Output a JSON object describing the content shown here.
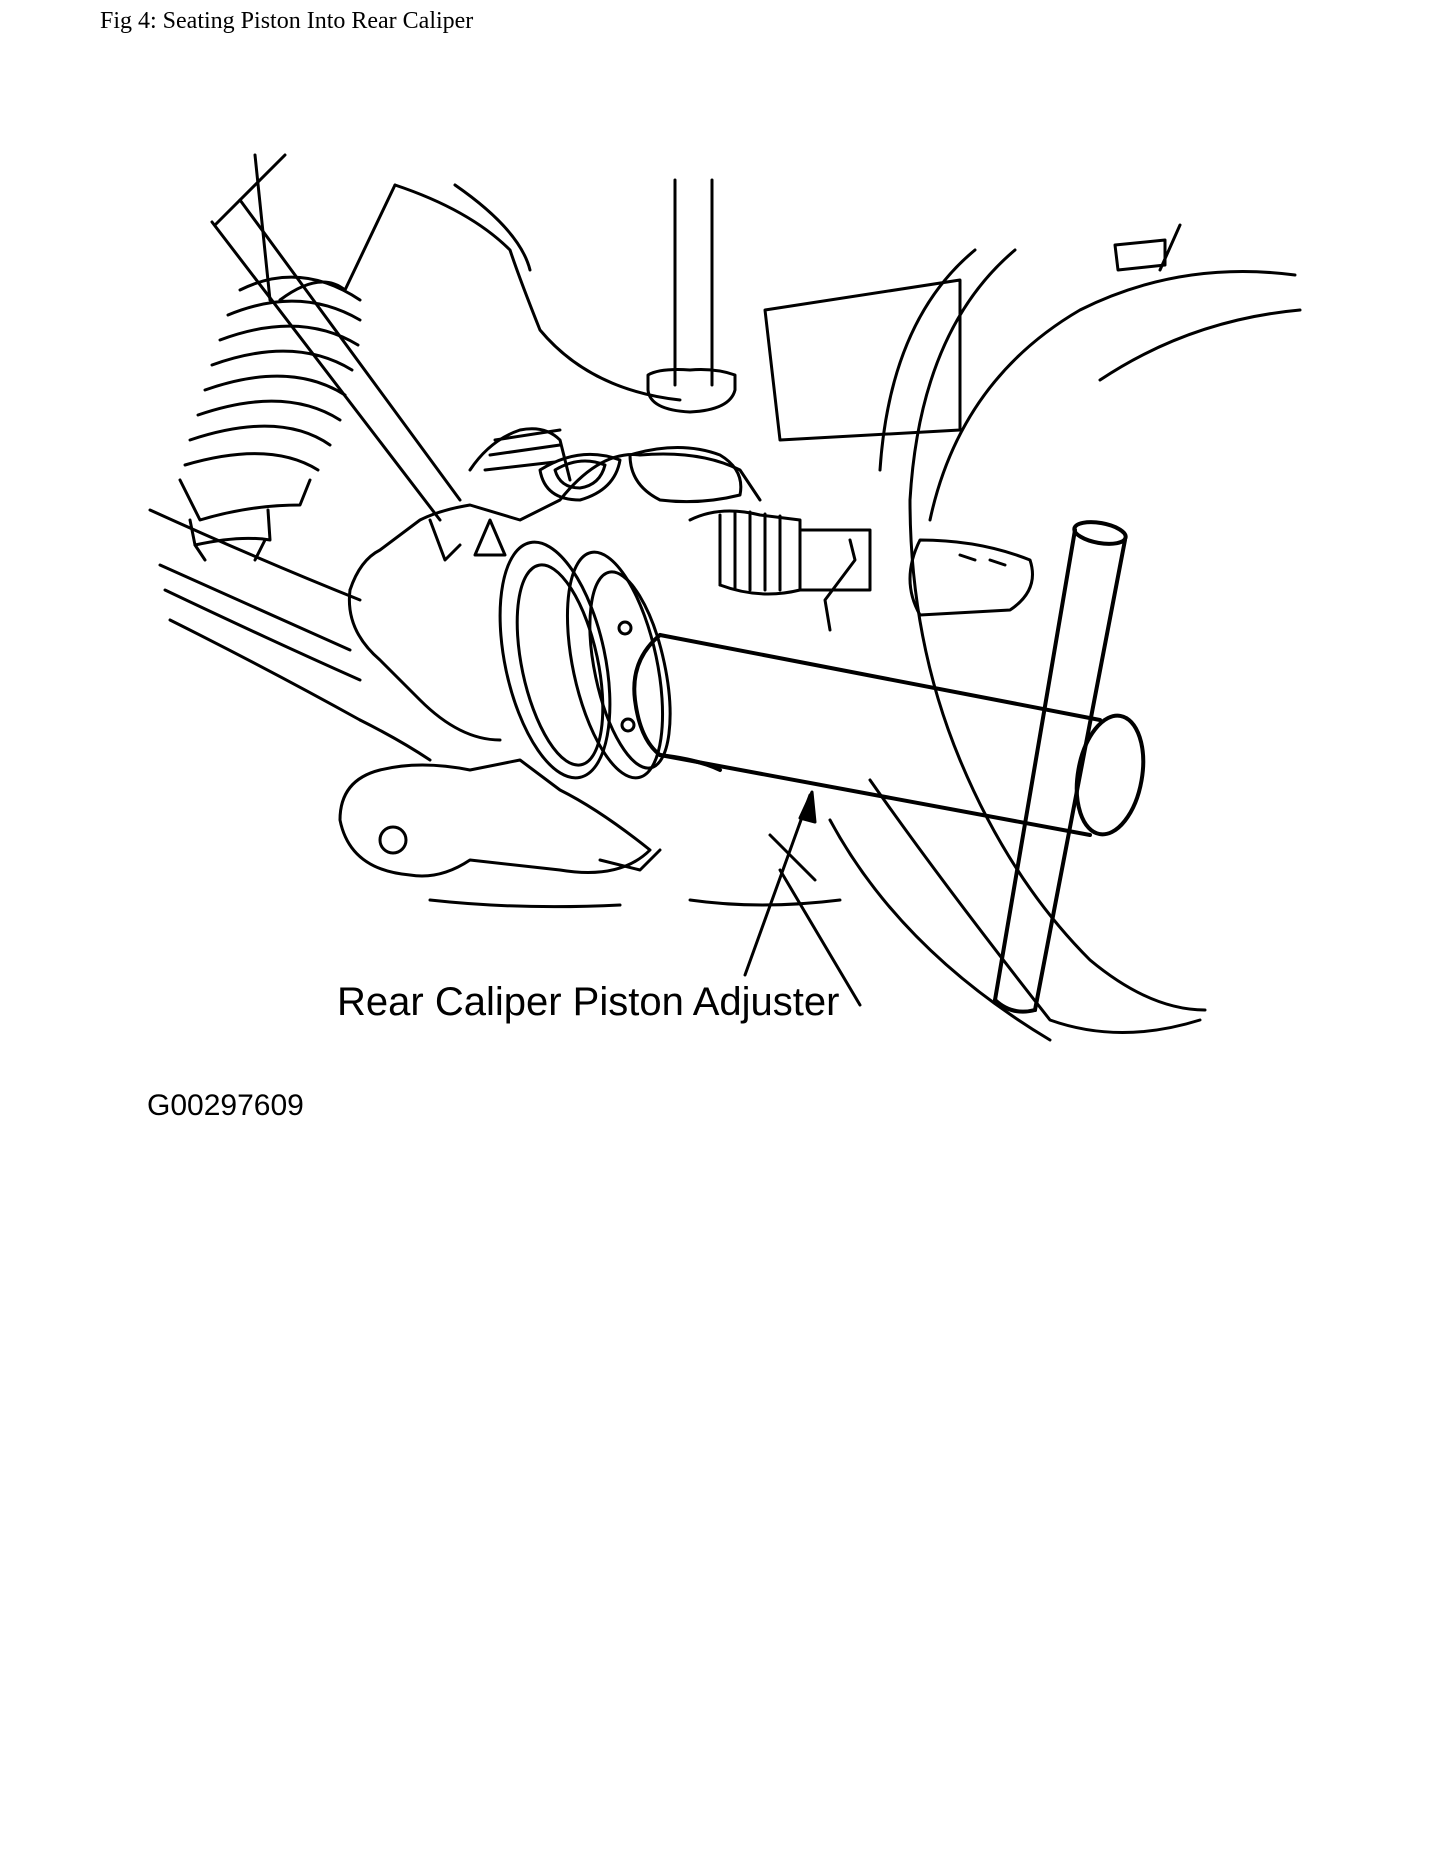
{
  "figure": {
    "caption": "Fig 4: Seating Piston Into Rear Caliper",
    "callout_label": "Rear Caliper Piston Adjuster",
    "figure_code": "G00297609"
  },
  "illustration": {
    "subject": "rear brake caliper with piston adjuster tool",
    "line_color": "#000000",
    "background_color": "#ffffff"
  }
}
